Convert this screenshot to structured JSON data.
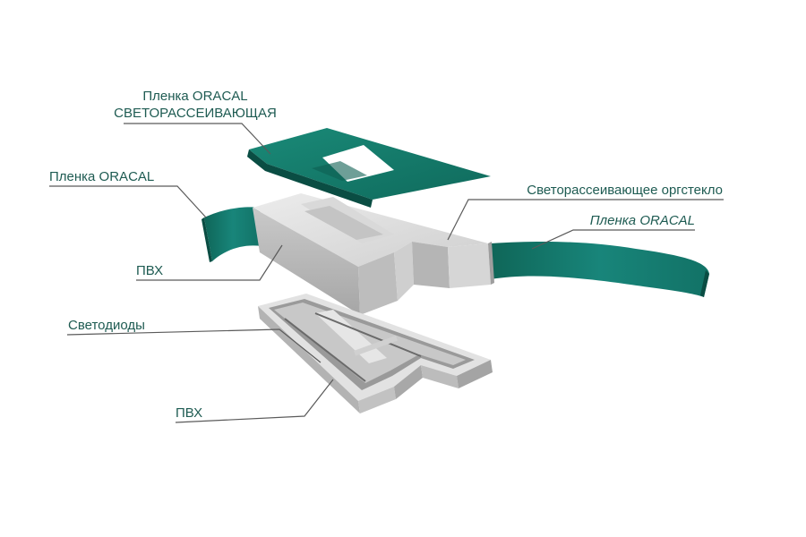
{
  "diagram": {
    "labels": {
      "top_film_line1": "Пленка ORACAL",
      "top_film_line2": "СВЕТОРАССЕИВАЮЩАЯ",
      "left_film": "Пленка ORACAL",
      "acrylic": "Светорассеивающее оргстекло",
      "right_film": "Пленка ORACAL",
      "pvc_top": "ПВХ",
      "leds": "Светодиоды",
      "pvc_bottom": "ПВХ"
    },
    "colors": {
      "text_teal": "#1e5b52",
      "film_teal": "#15806f",
      "film_teal_dark": "#0d5f52",
      "pvc_light": "#e4e4e4",
      "pvc_mid": "#c7c7c7",
      "pvc_dark": "#a9a9a9",
      "leader_line": "#5a5a5a"
    }
  }
}
